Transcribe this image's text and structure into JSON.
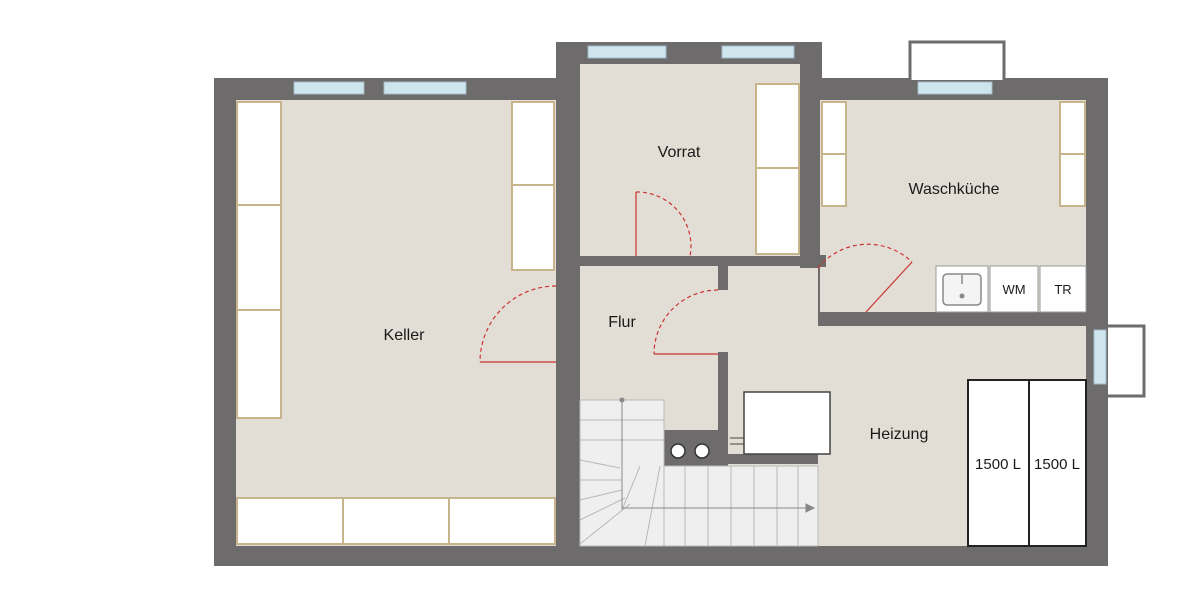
{
  "rooms": {
    "keller": "Keller",
    "vorrat": "Vorrat",
    "flur": "Flur",
    "waschkueche": "Waschküche",
    "heizung": "Heizung"
  },
  "fixtures": {
    "washing_machine": "WM",
    "dryer": "TR"
  },
  "tanks": {
    "tank_1": "1500 L",
    "tank_2": "1500 L"
  },
  "colors": {
    "wall": "#6e6b6c",
    "floor": "#e3ded5",
    "cabinet": "#ffffff",
    "shelf_edge": "#c8b48a",
    "window": "#cfe6ef",
    "door_swing": "#cc3333"
  },
  "icons": [
    "sink-icon",
    "heater-icon",
    "stairs-arrow-icon"
  ]
}
